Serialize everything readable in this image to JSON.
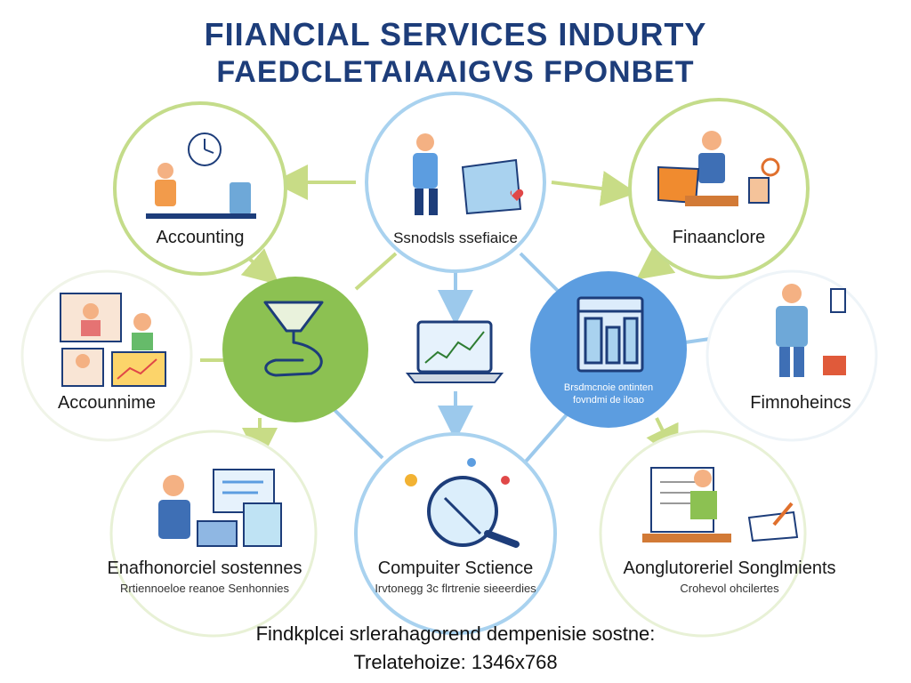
{
  "header": {
    "title_line1": "FIIANCIAL SERVICES INDURTY",
    "title_line2": "FAEDCLETAIAAIGVS FPONBET"
  },
  "nodes": {
    "top_left": {
      "label": "Accounting"
    },
    "top_center": {
      "label": "Ssnodsls ssefiaice"
    },
    "top_right": {
      "label": "Finaanclore"
    },
    "mid_left": {
      "label": "Accounnime"
    },
    "mid_right": {
      "label": "Fimnoheincs"
    },
    "center_right": {
      "caption_line1": "Brsdmcnoie ontinten",
      "caption_line2": "fovndmi de iloao"
    },
    "bottom_left": {
      "label": "Enafhonorciel sostennes",
      "sublabel": "Rrtiennoeloe reanoe Senhonnies"
    },
    "bottom_center": {
      "label": "Compuiter Sctience",
      "sublabel": "Irvtonegg 3c flrtrenie sieeerdies"
    },
    "bottom_right": {
      "label": "Aonglutoreriel Songlmients",
      "sublabel": "Crohevol ohcilertes"
    }
  },
  "footer": {
    "line1": "Findkplcei srlerahagorend dempenisie sostne:",
    "line2": "Trelatehoize: 1346x768"
  },
  "colors": {
    "navy": "#1d3d7a",
    "green": "#8cc152",
    "blue": "#5c9de0",
    "ring_green": "#c4dc8a",
    "ring_blue": "#a9d2ef",
    "arrow_green": "#c8dc86",
    "arrow_blue": "#9cc9ec"
  }
}
